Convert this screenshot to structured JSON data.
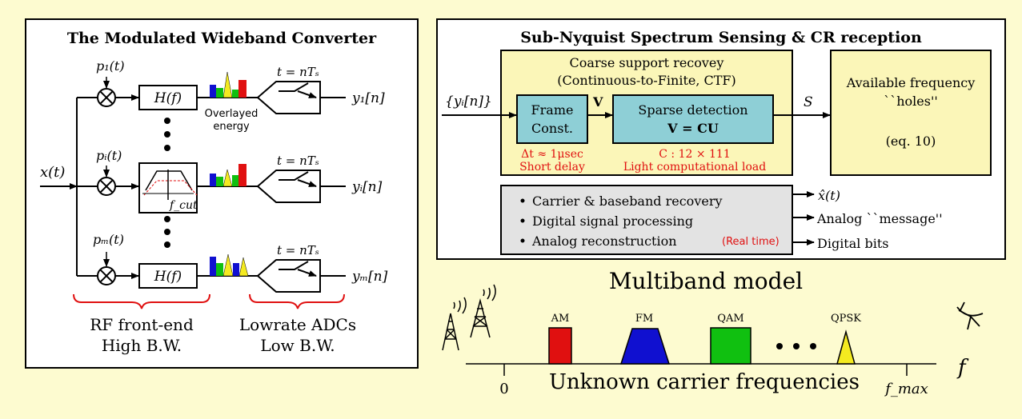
{
  "mwc": {
    "title": "The Modulated Wideband Converter",
    "input_label": "x(t)",
    "branches": [
      {
        "mixer_label": "p₁(t)",
        "filter_label": "H(f)",
        "sample_label": "t = nTₛ",
        "output_label": "y₁[n]"
      },
      {
        "mixer_label": "pᵢ(t)",
        "filter_label": "f_cut",
        "sample_label": "t = nTₛ",
        "output_label": "yᵢ[n]"
      },
      {
        "mixer_label": "pₘ(t)",
        "filter_label": "H(f)",
        "sample_label": "t = nTₛ",
        "output_label": "yₘ[n]"
      }
    ],
    "overlay_label_1": "Overlayed",
    "overlay_label_2": "energy",
    "rf_label_1": "RF front-end",
    "rf_label_2": "High B.W.",
    "adc_label_1": "Lowrate ADCs",
    "adc_label_2": "Low B.W."
  },
  "sensing": {
    "title": "Sub-Nyquist Spectrum Sensing & CR reception",
    "input_label": "{yᵢ[n]}",
    "ctf_title_1": "Coarse support recovey",
    "ctf_title_2": "(Continuous-to-Finite, CTF)",
    "frame_label_1": "Frame",
    "frame_label_2": "Const.",
    "v_label": "V",
    "sparse_label_1": "Sparse detection",
    "sparse_label_2": "V = CU",
    "delay_note_1": "Δt ≈ 1μsec",
    "delay_note_2": "Short delay",
    "load_note_1": "C : 12 × 111",
    "load_note_2": "Light computational load",
    "s_label": "S",
    "holes_label_1": "Available frequency",
    "holes_label_2": "``holes''",
    "holes_label_3": "(eq. 10)",
    "recovery_items": [
      "Carrier & baseband  recovery",
      "Digital signal processing",
      "Analog reconstruction"
    ],
    "realtime_label": "(Real time)",
    "outputs": [
      "x̂(t)",
      "Analog ``message''",
      "Digital bits"
    ]
  },
  "multiband": {
    "title": "Multiband model",
    "bands": [
      "AM",
      "FM",
      "QAM",
      "QPSK"
    ],
    "axis_zero": "0",
    "axis_max": "f_max",
    "axis_label": "f",
    "caption": "Unknown carrier frequencies"
  },
  "colors": {
    "background": "#fdfbd0",
    "panel_fill": "#fbf6b8",
    "block_fill": "#8ecfd6",
    "gray_fill": "#e3e3e3",
    "red": "#e01010",
    "blue": "#1010d0",
    "green": "#10c010",
    "yellow": "#f4ea20"
  }
}
